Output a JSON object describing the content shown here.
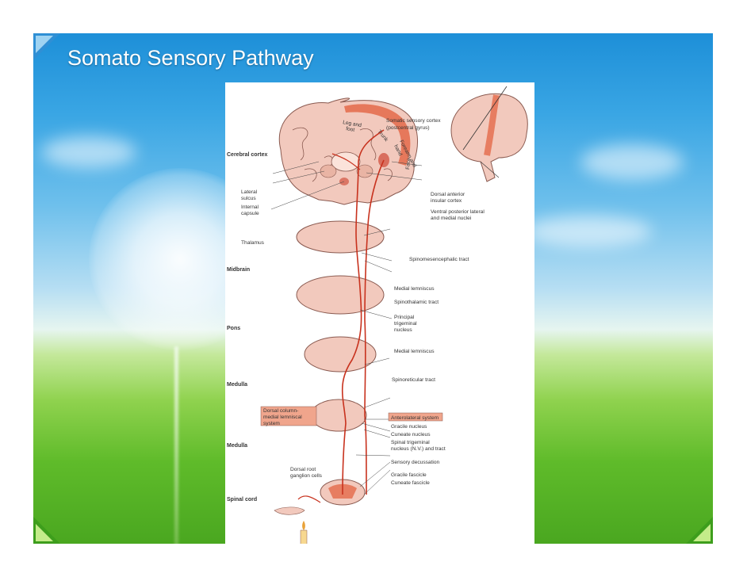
{
  "slide": {
    "title": "Somato Sensory Pathway"
  },
  "figure": {
    "levels": {
      "cerebral_cortex": "Cerebral cortex",
      "midbrain": "Midbrain",
      "pons": "Pons",
      "medulla_upper": "Medulla",
      "medulla_lower": "Medulla",
      "spinal_cord": "Spinal cord"
    },
    "labels": {
      "leg_and_foot_1": "Leg and",
      "leg_and_foot_2": "foot",
      "trunk": "Trunk",
      "forearm_1": "Forearm and",
      "forearm_2": "hand",
      "face": "Face",
      "cortex_1": "Somatic sensory cortex",
      "cortex_2": "(postcentral gyrus)",
      "lateral_1": "Lateral",
      "lateral_2": "sulcus",
      "internal_1": "Internal",
      "internal_2": "capsule",
      "thalamus": "Thalamus",
      "insular_1": "Dorsal anterior",
      "insular_2": "insular cortex",
      "vpl_1": "Ventral posterior lateral",
      "vpl_2": "and medial nuclei",
      "spinomes": "Spinomesencephalic tract",
      "medial_lemniscus_1": "Medial lemniscus",
      "spinothalamic": "Spinothalamic tract",
      "principal_1": "Principal",
      "principal_2": "trigeminal",
      "principal_3": "nucleus",
      "medial_lemniscus_2": "Medial lemniscus",
      "spinoreticular": "Spinoreticular tract",
      "dcml_1": "Dorsal column-",
      "dcml_2": "medial lemniscal",
      "dcml_3": "system",
      "anterolateral": "Anterolateral system",
      "gracile_nucleus": "Gracile nucleus",
      "cuneate_nucleus": "Cuneate nucleus",
      "spinal_trig_1": "Spinal trigeminal",
      "spinal_trig_2": "nucleus (N.V.) and tract",
      "sensory_decussation": "Sensory decussation",
      "drg_1": "Dorsal root",
      "drg_2": "ganglion cells",
      "gracile_fascicle": "Gracile fascicle",
      "cuneate_fascicle": "Cuneate fascicle"
    },
    "colors": {
      "tissue": "#f2c9bd",
      "tissue_outline": "#8a5a50",
      "pathway": "#c8321e",
      "highlight": "#e46a4a",
      "callout_box": "#f0a58c"
    }
  }
}
